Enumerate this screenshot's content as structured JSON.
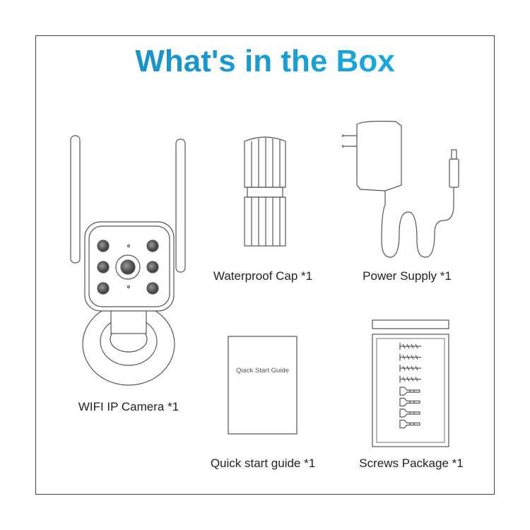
{
  "title": "What's in the Box",
  "accent_color": "#1a9fd8",
  "items": [
    {
      "label": "WIFI IP Camera  *1",
      "icon": "camera-icon"
    },
    {
      "label": "Waterproof Cap *1",
      "icon": "waterproof-cap-icon"
    },
    {
      "label": "Power Supply  *1",
      "icon": "power-adapter-icon"
    },
    {
      "label": "Quick start guide  *1",
      "icon": "booklet-icon",
      "cover_text": "Quick Start Guide"
    },
    {
      "label": "Screws Package *1",
      "icon": "screws-icon"
    }
  ]
}
